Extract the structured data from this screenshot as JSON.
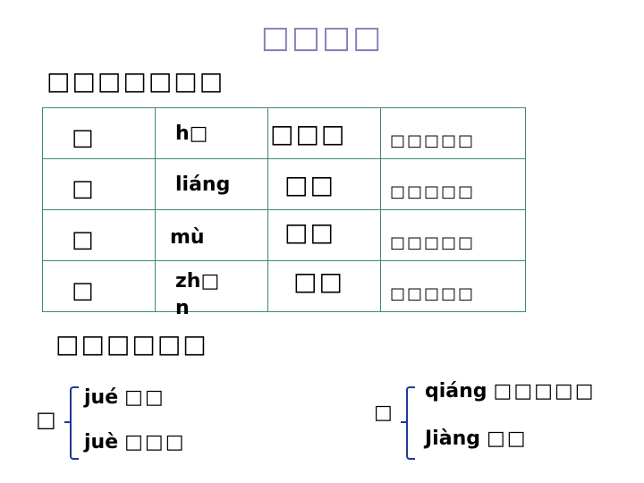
{
  "title": "□□□□",
  "section1": {
    "heading": "□□□□□□□",
    "rows": [
      {
        "char": "□",
        "pinyin": "h□",
        "word": "□□□",
        "phrase": "□□□□□"
      },
      {
        "char": "□",
        "pinyin": "liáng",
        "word": "□□",
        "phrase": "□□□□□"
      },
      {
        "char": "□",
        "pinyin": "mù",
        "word": "□□",
        "phrase": "□□□□□"
      },
      {
        "char": "□",
        "pinyin": "zh□n",
        "word": "□□",
        "phrase": "□□□□□"
      }
    ]
  },
  "section2": {
    "heading": "□□□□□□",
    "groups": [
      {
        "char": "□",
        "readings": [
          {
            "pinyin": "jué",
            "gloss": "□□"
          },
          {
            "pinyin": "juè",
            "gloss": "□□□"
          }
        ]
      },
      {
        "char": "□",
        "readings": [
          {
            "pinyin": "qiáng",
            "gloss": "□□□□□"
          },
          {
            "pinyin": "Jiàng",
            "gloss": "□□"
          }
        ]
      }
    ]
  },
  "colors": {
    "title": "#7f7fb8",
    "table_border": "#3c8a76",
    "brace": "#1a3a9a"
  }
}
